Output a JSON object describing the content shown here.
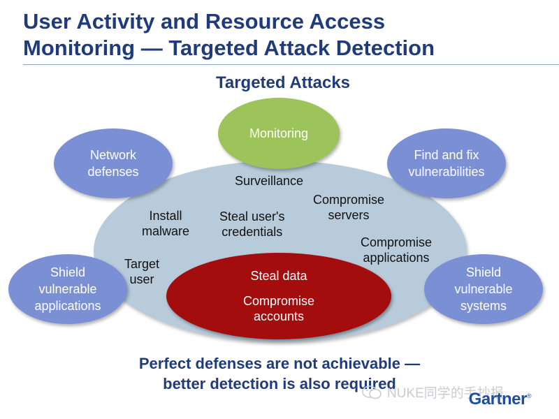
{
  "title": {
    "line1": "User Activity and Resource Access",
    "line2": "Monitoring — Targeted Attack Detection"
  },
  "subtitle": "Targeted Attacks",
  "center": {
    "monitoring": "Monitoring",
    "steal_data": "Steal data",
    "compromise_accounts_line1": "Compromise",
    "compromise_accounts_line2": "accounts"
  },
  "outer": {
    "network_defenses": [
      "Network",
      "defenses"
    ],
    "find_fix": [
      "Find and fix",
      "vulnerabilities"
    ],
    "shield_apps": [
      "Shield",
      "vulnerable",
      "applications"
    ],
    "shield_systems": [
      "Shield",
      "vulnerable",
      "systems"
    ]
  },
  "stages": {
    "surveillance": "Surveillance",
    "install_malware": [
      "Install",
      "malware"
    ],
    "steal_credentials": [
      "Steal user's",
      "credentials"
    ],
    "compromise_servers": [
      "Compromise",
      "servers"
    ],
    "compromise_applications": [
      "Compromise",
      "applications"
    ],
    "target_user": [
      "Target",
      "user"
    ]
  },
  "tagline": {
    "line1": "Perfect defenses are not achievable —",
    "line2": "better detection is also required"
  },
  "watermark": "NUKE同学的手抄报",
  "brand": {
    "name": "Gartner",
    "mark": "®"
  },
  "colors": {
    "title": "#1f3b7a",
    "main_ellipse": "#b8cbdb",
    "blue_ellipse": "#7b90d4",
    "green_ellipse": "#9dc45a",
    "red_ellipse": "#a30d0d"
  }
}
